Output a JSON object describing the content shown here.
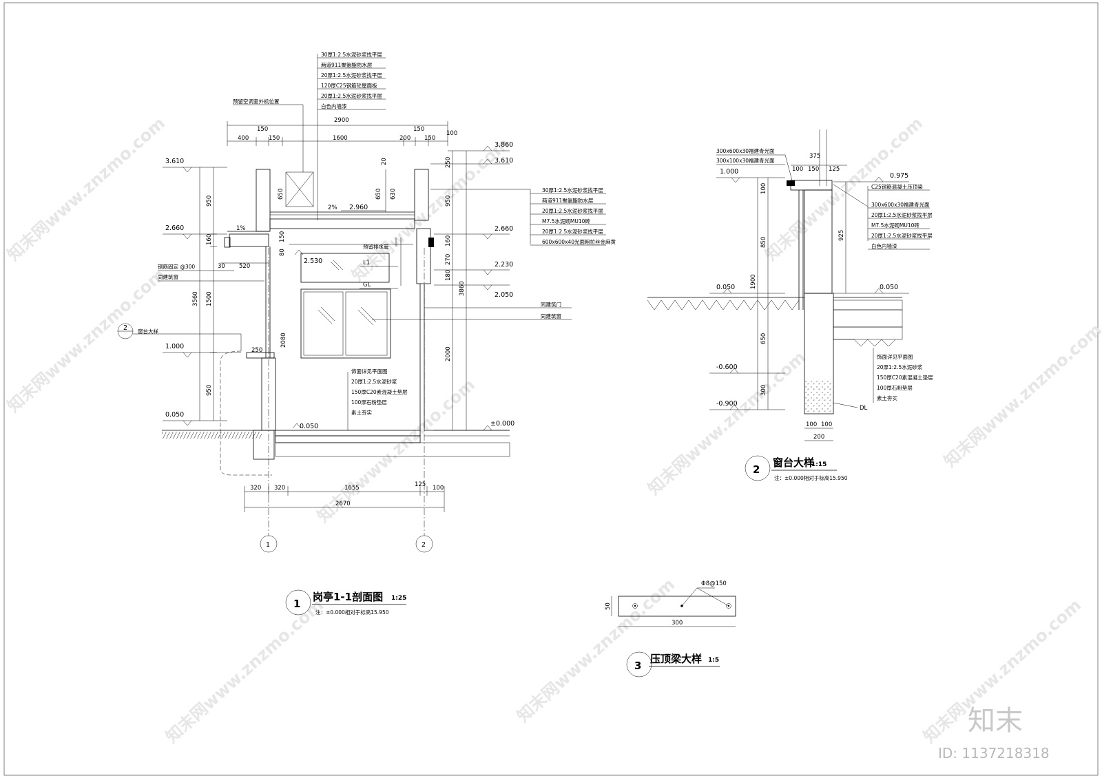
{
  "drawing1": {
    "title": "岗亭1-1剖面图",
    "scale": "1:25",
    "index": "1",
    "note": "注：±0.000相对于标高15.950",
    "roof_layers": [
      "30厚1:2.5水泥砂浆找平层",
      "两道911聚氨酯防水层",
      "20厚1:2.5水泥砂浆找平层",
      "120厚C25钢筋砼屋面板",
      "20厚1:2.5水泥砂浆找平层",
      "白色内墙漆"
    ],
    "wall_layers": [
      "30厚1:2.5水泥砂浆找平层",
      "两道911聚氨酯防水层",
      "20厚1:2.5水泥砂浆找平层",
      "M7.5水泥砌MU10砖",
      "20厚1:2.5水泥砂浆找平层",
      "600x600x40光面粗拉丝金麻黄"
    ],
    "floor_layers": [
      "饰面详见平面图",
      "20厚1:2.5水泥砂浆",
      "150厚C20素混凝土垫层",
      "100厚石粉垫层",
      "素土夯实"
    ],
    "labels": {
      "ac_unit": "预留空调室外机位置",
      "drain": "预留排水管",
      "l1": "L1",
      "gl": "GL",
      "rebar": "钢筋固定 @300",
      "window_left": "同建筑窗",
      "door": "同建筑门",
      "window_right": "同建筑窗",
      "slope1": "2%",
      "slope2": "1%",
      "detail_ref": "窗台大样",
      "detail_no": "2"
    },
    "elevations_left": [
      "3.610",
      "2.660",
      "1.000",
      "0.050"
    ],
    "elevations_right": [
      "3.860",
      "3.610",
      "2.660",
      "2.230",
      "2.050",
      "±0.000"
    ],
    "elevations_inner": [
      "2.960",
      "2.530",
      "0.050"
    ],
    "dims_top": [
      "2900",
      "150",
      "150",
      "400",
      "150",
      "1600",
      "200",
      "150",
      "100"
    ],
    "dims_left": [
      "950",
      "160",
      "1500",
      "950",
      "3560",
      "30",
      "520",
      "250",
      "2080"
    ],
    "dims_mid": [
      "650",
      "20",
      "650",
      "630",
      "150",
      "80"
    ],
    "dims_right": [
      "250",
      "950",
      "160",
      "270",
      "180",
      "2000",
      "3860"
    ],
    "dims_bottom": [
      "320",
      "320",
      "1655",
      "125",
      "100",
      "2670"
    ],
    "axes": [
      "1",
      "2"
    ]
  },
  "drawing2": {
    "title": "窗台大样",
    "scale": "1:15",
    "index": "2",
    "note": "注：±0.000相对于标高15.950",
    "top_labels": [
      "300x600x30福建青光面",
      "300x100x30福建青光面"
    ],
    "right_layers": [
      "C25钢筋混凝土压顶梁",
      "300x600x30福建青光面",
      "20厚1:2.5水泥砂浆找平层",
      "M7.5水泥砌MU10砖",
      "20厚1:2.5水泥砂浆找平层",
      "白色内墙漆"
    ],
    "floor_layers": [
      "饰面详见平面图",
      "20厚1:2.5水泥砂浆",
      "150厚C20素混凝土垫层",
      "100厚石粉垫层",
      "素土夯实"
    ],
    "elevations": [
      "1.000",
      "0.975",
      "0.050",
      "0.050",
      "-0.600",
      "-0.900"
    ],
    "dims_top": [
      "375",
      "100",
      "150",
      "125"
    ],
    "dims_left": [
      "100",
      "850",
      "1900",
      "650",
      "300"
    ],
    "dims_right": [
      "925"
    ],
    "dims_bottom": [
      "100",
      "100",
      "200"
    ],
    "dl": "DL"
  },
  "drawing3": {
    "title": "压顶梁大样",
    "scale": "1:5",
    "index": "3",
    "rebar": "Φ8@150",
    "dim_h": "50",
    "dim_w": "300"
  },
  "watermark": {
    "site": "知末网www.znzmo.com",
    "brand": "知末",
    "id": "ID: 1137218318"
  }
}
